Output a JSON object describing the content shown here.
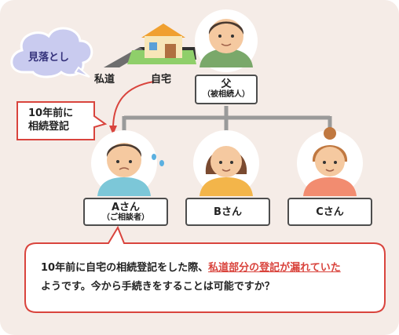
{
  "cloud": {
    "text": "見落とし"
  },
  "property": {
    "road_label": "私道",
    "house_label": "自宅"
  },
  "father": {
    "name": "父",
    "role": "（被相続人）"
  },
  "note": {
    "line1": "10年前に",
    "line2": "相続登記"
  },
  "children": [
    {
      "name": "Aさん",
      "role": "（ご相談者）"
    },
    {
      "name": "Bさん"
    },
    {
      "name": "Cさん"
    }
  ],
  "bubble": {
    "part1": "10年前に自宅の相続登記をした際、",
    "highlight": "私道部分の登記が漏れていた",
    "part2": "ようです。今から手続きをすることは可能ですか？"
  },
  "colors": {
    "background": "#f5ece7",
    "accent": "#d9443d",
    "line": "#999999",
    "cloud": "#c9cbef"
  }
}
